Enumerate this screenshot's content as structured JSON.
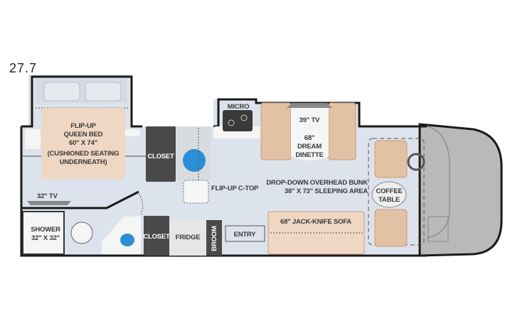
{
  "model": "27.7",
  "colors": {
    "floor": "#dde3ec",
    "wall": "#1a1a1a",
    "cushion": "#efd7c3",
    "cushion_dark": "#d9b497",
    "closet": "#4a4a4a",
    "cab": "#b9b9b9",
    "sink": "#2a8fd6",
    "white_fixture": "#f5f5f5"
  },
  "labels": {
    "bed_line1": "FLIP-UP",
    "bed_line2": "QUEEN BED",
    "bed_line3": "60\" X 74\"",
    "bed_line4": "(CUSHIONED SEATING",
    "bed_line5": "UNDERNEATH)",
    "closet_upper": "CLOSET",
    "micro": "MICRO",
    "tv_dinette": "39\" TV",
    "dinette_line1": "68\"",
    "dinette_line2": "DREAM",
    "dinette_line3": "DINETTE",
    "ctop": "FLIP-UP C-TOP",
    "bunk_line1": "DROP-DOWN OVERHEAD BUNK",
    "bunk_line2": "38\" X 73\" SLEEPING AREA",
    "coffee_line1": "COFFEE",
    "coffee_line2": "TABLE",
    "tv_bedroom": "32\" TV",
    "shower_line1": "SHOWER",
    "shower_line2": "32\" X 32\"",
    "closet_lower": "CLOSET",
    "fridge": "FRIDGE",
    "broom": "BROOM",
    "entry": "ENTRY",
    "sofa": "68\" JACK-KNIFE SOFA"
  }
}
